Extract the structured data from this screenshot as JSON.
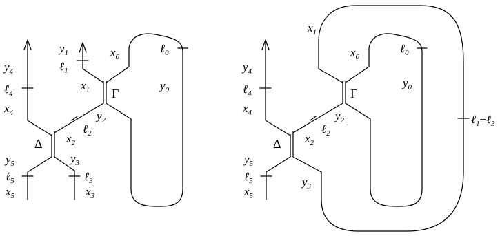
{
  "figure": {
    "left_panel": {
      "vertices": [
        "Γ",
        "Δ"
      ],
      "labels": {
        "y1": {
          "base": "y",
          "sub": "1"
        },
        "l1": {
          "base": "ℓ",
          "sub": "1"
        },
        "x0": {
          "base": "x",
          "sub": "0"
        },
        "l0": {
          "base": "ℓ",
          "sub": "0"
        },
        "y0": {
          "base": "y",
          "sub": "0"
        },
        "x1": {
          "base": "x",
          "sub": "1"
        },
        "y2": {
          "base": "y",
          "sub": "2"
        },
        "l2": {
          "base": "ℓ",
          "sub": "2"
        },
        "x2": {
          "base": "x",
          "sub": "2"
        },
        "y4": {
          "base": "y",
          "sub": "4"
        },
        "l4": {
          "base": "ℓ",
          "sub": "4"
        },
        "x4": {
          "base": "x",
          "sub": "4"
        },
        "y5": {
          "base": "y",
          "sub": "5"
        },
        "l5": {
          "base": "ℓ",
          "sub": "5"
        },
        "x5": {
          "base": "x",
          "sub": "5"
        },
        "y3": {
          "base": "y",
          "sub": "3"
        },
        "l3": {
          "base": "ℓ",
          "sub": "3"
        },
        "x3": {
          "base": "x",
          "sub": "3"
        }
      }
    },
    "right_panel": {
      "vertices": [
        "Γ",
        "Δ"
      ],
      "labels": {
        "x1": {
          "base": "x",
          "sub": "1"
        },
        "x0": {
          "base": "x",
          "sub": "0"
        },
        "l0": {
          "base": "ℓ",
          "sub": "0"
        },
        "y0": {
          "base": "y",
          "sub": "0"
        },
        "y2": {
          "base": "y",
          "sub": "2"
        },
        "l2": {
          "base": "ℓ",
          "sub": "2"
        },
        "x2": {
          "base": "x",
          "sub": "2"
        },
        "y4": {
          "base": "y",
          "sub": "4"
        },
        "l4": {
          "base": "ℓ",
          "sub": "4"
        },
        "x4": {
          "base": "x",
          "sub": "4"
        },
        "y5": {
          "base": "y",
          "sub": "5"
        },
        "l5": {
          "base": "ℓ",
          "sub": "5"
        },
        "x5": {
          "base": "x",
          "sub": "5"
        },
        "y3": {
          "base": "y",
          "sub": "3"
        },
        "l13": {
          "base": "ℓ",
          "sub": "1",
          "plus": "+",
          "base2": "ℓ",
          "sub2": "3"
        }
      }
    }
  }
}
